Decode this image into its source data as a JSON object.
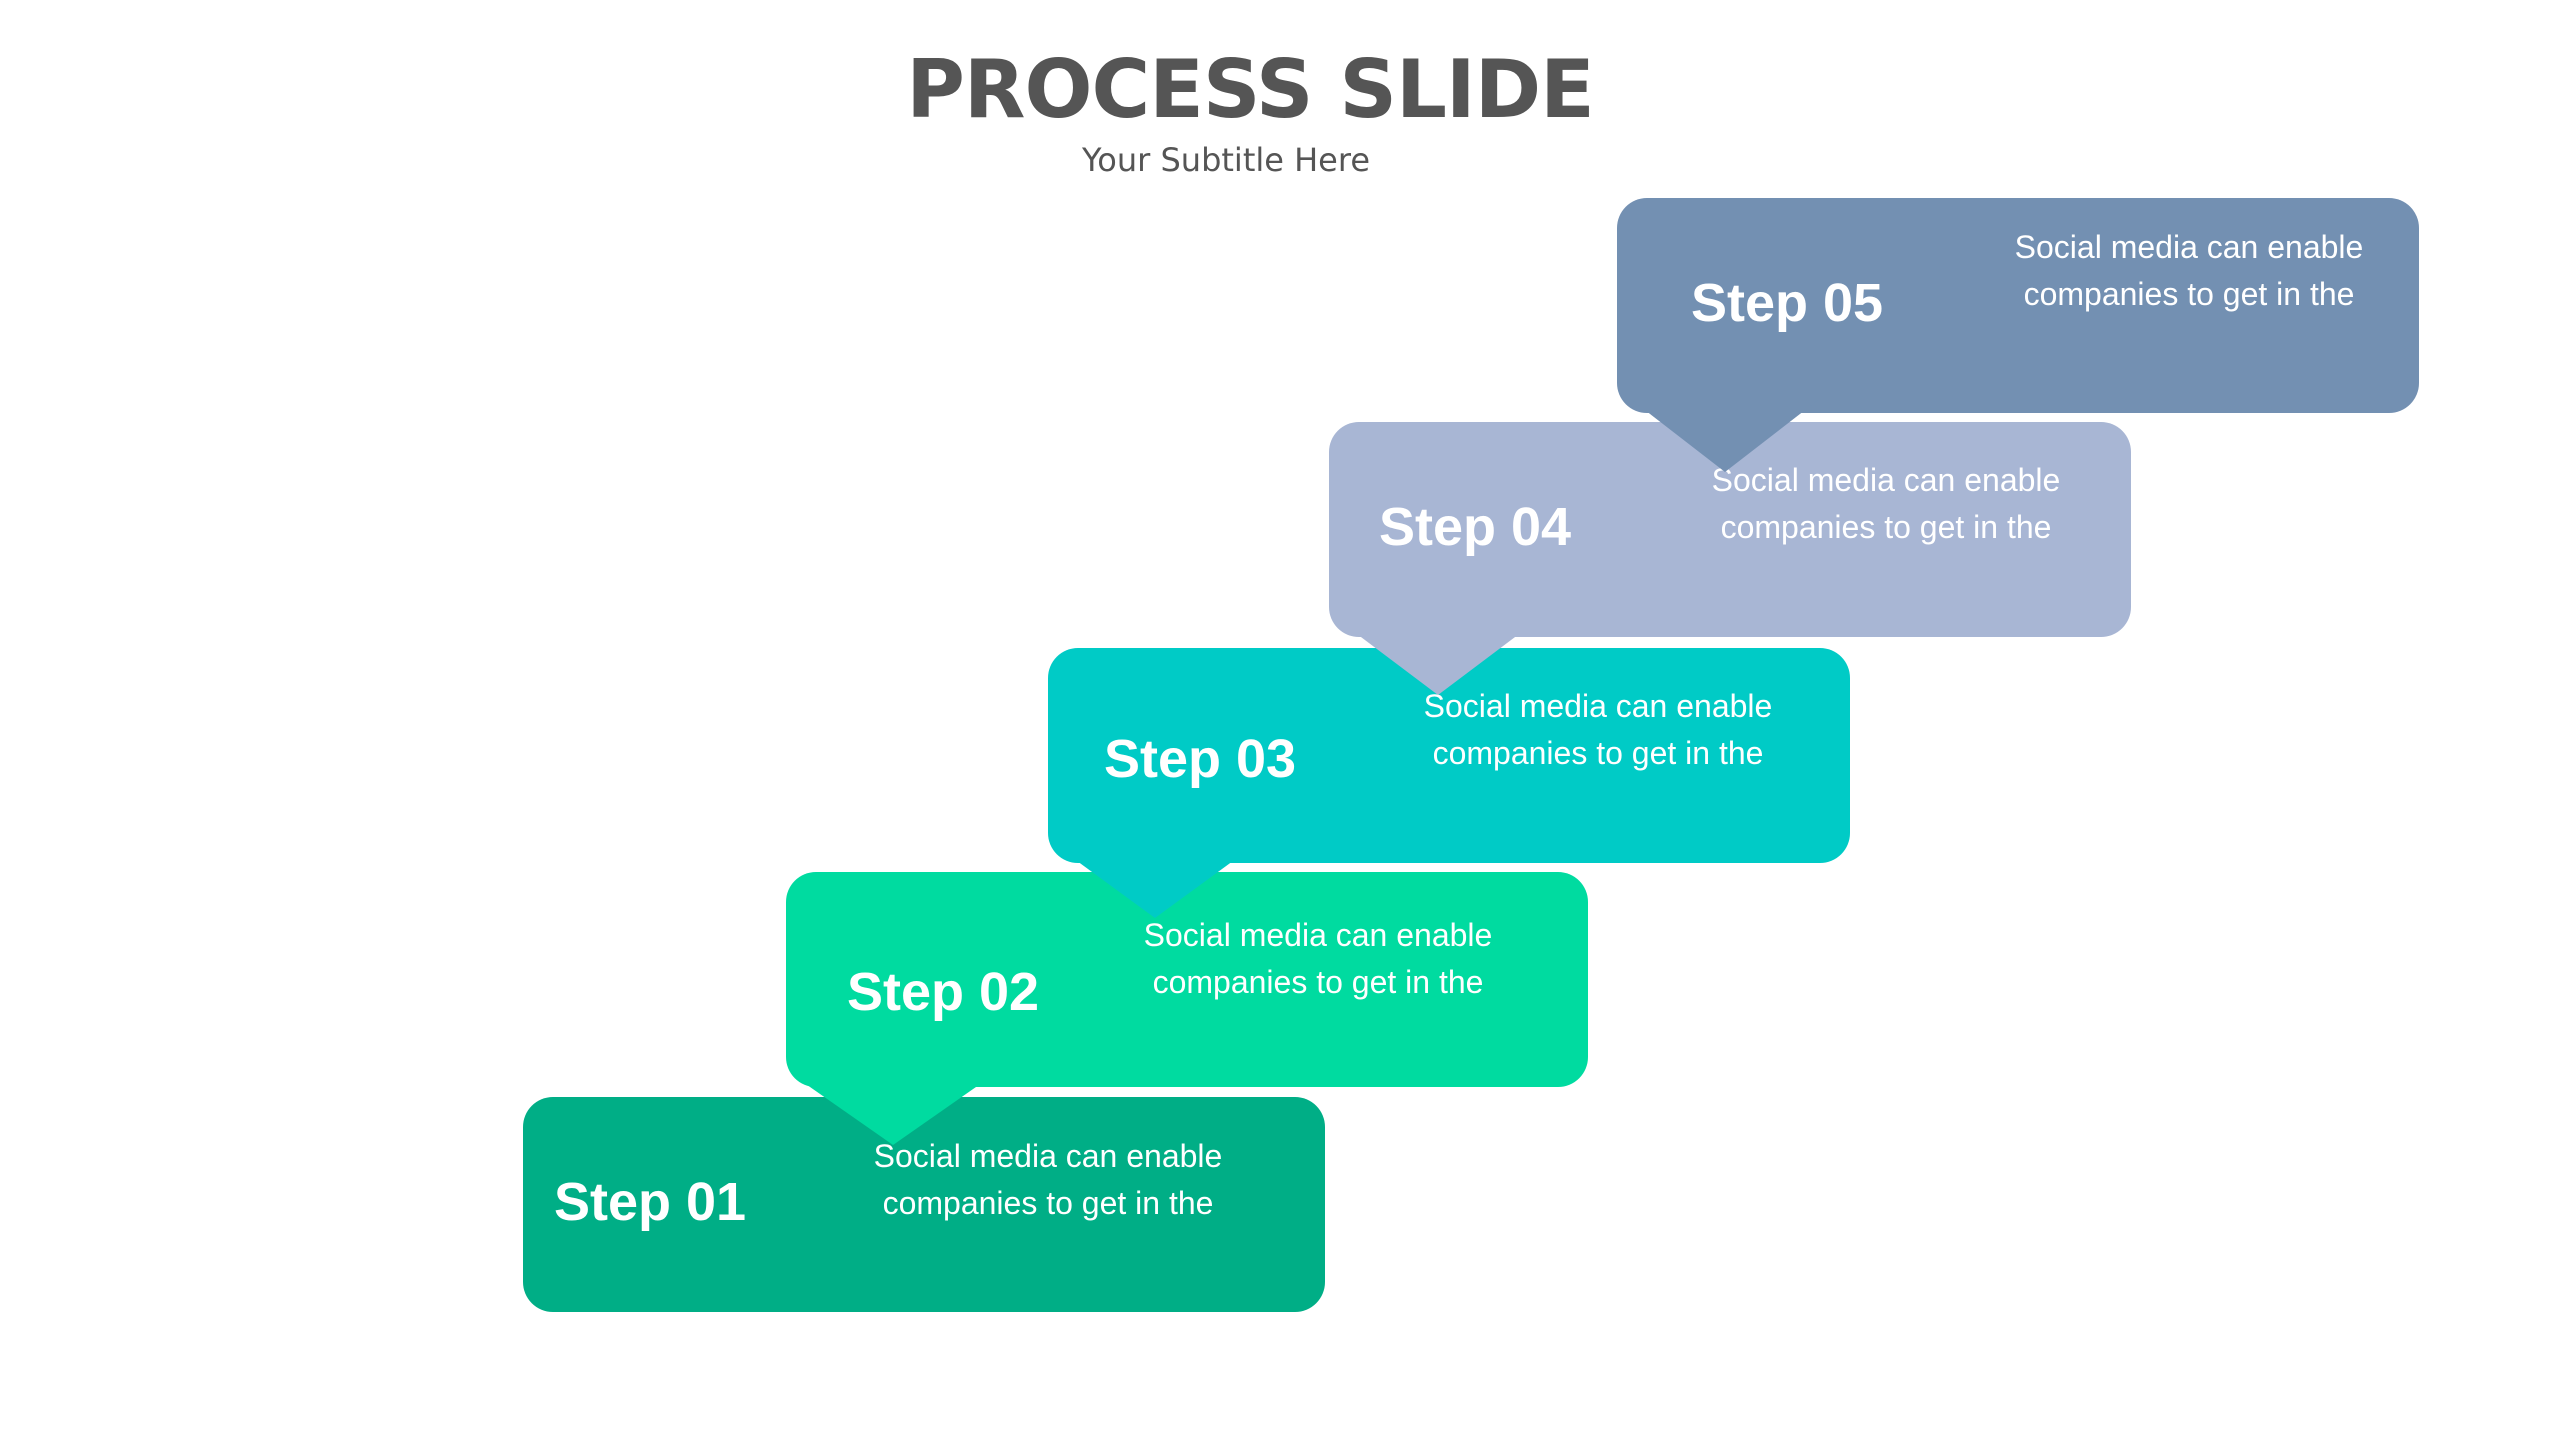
{
  "slide": {
    "title": "PROCESS SLIDE",
    "subtitle": "Your Subtitle  Here"
  },
  "steps": [
    {
      "label": "Step 01",
      "text": "Social media can enable companies to get in the",
      "color": "#00AE86"
    },
    {
      "label": "Step 02",
      "text": "Social media can enable companies to get in the",
      "color": "#00DBA0"
    },
    {
      "label": "Step 03",
      "text": "Social media can enable companies to get in the",
      "color": "#00CBC6"
    },
    {
      "label": "Step 04",
      "text": "Social media can enable companies to get in the",
      "color": "#A8B6D4"
    },
    {
      "label": "Step 05",
      "text": "Social media can enable companies to get in the",
      "color": "#7390B2"
    }
  ]
}
